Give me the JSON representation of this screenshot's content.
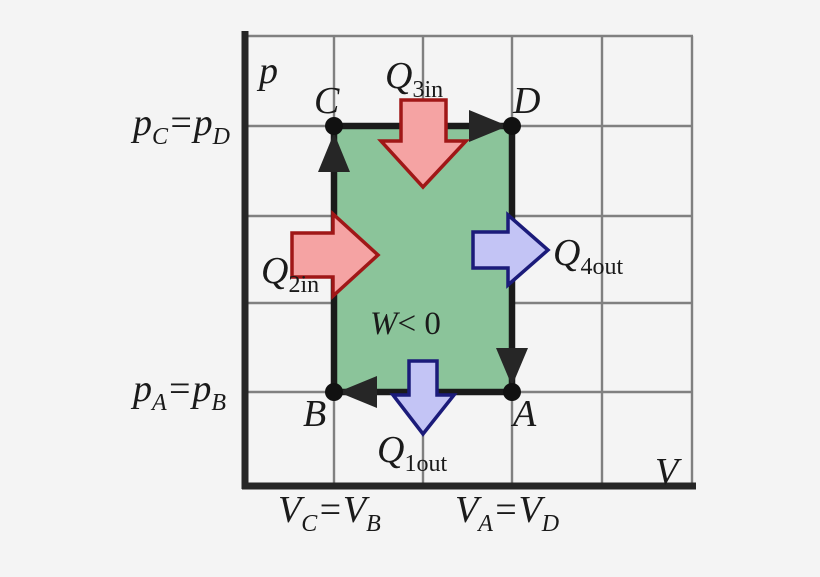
{
  "figure": {
    "type": "pressure-volume-cycle-diagram",
    "background_color": "#f4f4f4",
    "axes": {
      "y_axis_label": "p",
      "x_axis_label": "V",
      "axis_color": "#262626",
      "grid_color": "#808080"
    },
    "region": {
      "fill_color": "#8bc49a",
      "work_label_symbol": "W",
      "work_label_relation": "< 0"
    },
    "y_tick_labels": [
      {
        "symbol1": "p",
        "sub1": "C",
        "eq": "=",
        "symbol2": "p",
        "sub2": "D"
      },
      {
        "symbol1": "p",
        "sub1": "A",
        "eq": "=",
        "symbol2": "p",
        "sub2": "B"
      }
    ],
    "x_tick_labels": [
      {
        "symbol1": "V",
        "sub1": "C",
        "eq": "=",
        "symbol2": "V",
        "sub2": "B"
      },
      {
        "symbol1": "V",
        "sub1": "A",
        "eq": "=",
        "symbol2": "V",
        "sub2": "D"
      }
    ],
    "state_points": [
      {
        "name": "C",
        "label": "C"
      },
      {
        "name": "D",
        "label": "D"
      },
      {
        "name": "A",
        "label": "A"
      },
      {
        "name": "B",
        "label": "B"
      }
    ],
    "heat_arrows": [
      {
        "name": "Q3in",
        "symbol": "Q",
        "subscript": "3in",
        "direction": "down",
        "type": "in",
        "fill_color": "#f5a3a3",
        "stroke_color": "#a01717"
      },
      {
        "name": "Q2in",
        "symbol": "Q",
        "subscript": "2in",
        "direction": "right",
        "type": "in",
        "fill_color": "#f5a3a3",
        "stroke_color": "#a01717"
      },
      {
        "name": "Q4out",
        "symbol": "Q",
        "subscript": "4out",
        "direction": "right",
        "type": "out",
        "fill_color": "#c3c4f5",
        "stroke_color": "#1b1b7a"
      },
      {
        "name": "Q1out",
        "symbol": "Q",
        "subscript": "1out",
        "direction": "down",
        "type": "out",
        "fill_color": "#c3c4f5",
        "stroke_color": "#1b1b7a"
      }
    ]
  }
}
